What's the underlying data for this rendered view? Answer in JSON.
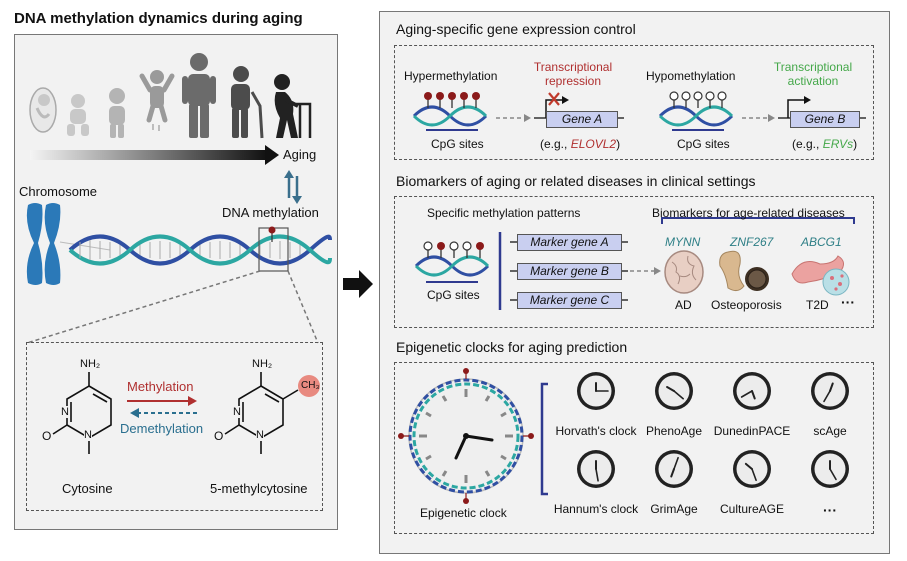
{
  "left": {
    "title": "DNA methylation dynamics during aging",
    "aging_label": "Aging",
    "chromosome_label": "Chromosome",
    "dna_methylation_label": "DNA methylation",
    "nh2_left": "NH₂",
    "nh2_right": "NH₂",
    "ch3": "CH₃",
    "n1": "N",
    "n2": "N",
    "n3": "N",
    "n4": "N",
    "o1": "O",
    "o2": "O",
    "methylation_label": "Methylation",
    "demethylation_label": "Demethylation",
    "cytosine_label": "Cytosine",
    "methylcytosine_label": "5-methylcytosine",
    "colors": {
      "methylation": "#b03030",
      "demethylation": "#2a6f8f"
    }
  },
  "right": {
    "section1": {
      "title": "Aging-specific gene expression control",
      "hyper_label": "Hypermethylation",
      "repression_line1": "Transcriptional",
      "repression_line2": "repression",
      "hypo_label": "Hypomethylation",
      "activation_line1": "Transcriptional",
      "activation_line2": "activation",
      "cpg_left": "CpG sites",
      "cpg_right": "CpG sites",
      "gene_a": "Gene A",
      "gene_b": "Gene B",
      "eg_prefix_a": "(e.g., ",
      "eg_a": "ELOVL2",
      "eg_suffix_a": ")",
      "eg_prefix_b": "(e.g., ",
      "eg_b": "ERVs",
      "eg_suffix_b": ")"
    },
    "section2": {
      "title": "Biomarkers of aging or related diseases in clinical settings",
      "patterns_label": "Specific methylation patterns",
      "biomarkers_label": "Biomarkers for age-related diseases",
      "cpg_label": "CpG sites",
      "markers": [
        "Marker gene A",
        "Marker gene B",
        "Marker gene C"
      ],
      "genes": [
        "MYNN",
        "ZNF267",
        "ABCG1"
      ],
      "diseases": [
        "AD",
        "Osteoporosis",
        "T2D"
      ],
      "ellipsis": "···"
    },
    "section3": {
      "title": "Epigenetic clocks for aging prediction",
      "main_clock_label": "Epigenetic clock",
      "clocks": [
        "Horvath's clock",
        "PhenoAge",
        "DunedinPACE",
        "scAge",
        "Hannum's clock",
        "GrimAge",
        "CultureAGE",
        "···"
      ]
    }
  }
}
